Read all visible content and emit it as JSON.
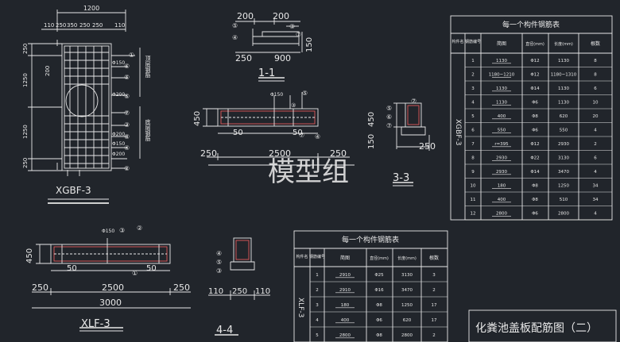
{
  "drawing_title": "化粪池盖板配筋图（二）",
  "watermark": "模型组",
  "colors": {
    "background": "#21252b",
    "line": "#e8e8e8",
    "accent_red": "#e05a5a",
    "accent_yellow": "#e0c040",
    "accent_green": "#7fd07f"
  },
  "xgbf": {
    "label": "XGBF-3",
    "dim_total": "1200",
    "dim_parts": [
      "110",
      "250",
      "350",
      "250",
      "250",
      "110"
    ],
    "side_dims": [
      "250",
      "1250",
      "1250",
      "250"
    ],
    "side_labels": [
      "200"
    ],
    "bar_tags": [
      "①",
      "⑥",
      "⑤",
      "⑥",
      "⑦",
      "③",
      "⑧",
      "④",
      "②"
    ],
    "notes": [
      "Φ150",
      "Φ200",
      "Φ200",
      "Φ150",
      "Φ200"
    ],
    "vertical_notes": [
      "顶层钢筋",
      "底层钢筋"
    ]
  },
  "sec11": {
    "label": "1-1",
    "dims_top": [
      "200",
      "200"
    ],
    "dims_bottom": [
      "250",
      "900"
    ],
    "side_dim": "150",
    "tags": [
      "⑤",
      "④",
      "③",
      "⑦"
    ]
  },
  "beam_mid": {
    "dims": [
      "450",
      "50",
      "50"
    ],
    "bottom_dims": [
      "250",
      "2500",
      "250"
    ],
    "notes": [
      "Φ150",
      "③"
    ],
    "tags": [
      "⑤",
      "⑦",
      "④"
    ]
  },
  "sec33": {
    "label": "3-3",
    "dims": [
      "450",
      "150",
      "250"
    ],
    "tags": [
      "⑤",
      "⑥",
      "⑦",
      "⑦"
    ]
  },
  "xlf": {
    "label": "XLF-3",
    "side_dim": "450",
    "inner_dims": [
      "50",
      "50"
    ],
    "bottom_dims": [
      "250",
      "2500",
      "250"
    ],
    "total": "3000",
    "notes": [
      "Φ150",
      "③",
      "②",
      "①"
    ]
  },
  "sec44": {
    "label": "4-4",
    "dims": [
      "110",
      "250",
      "110"
    ],
    "tags": [
      "④",
      "⑤",
      "③"
    ]
  },
  "table_right": {
    "title": "每一个构件钢筋表",
    "component": "XGBF-3",
    "headers": [
      "构件名",
      "钢筋编号",
      "简图",
      "直径(mm)",
      "长度(mm)",
      "根数"
    ],
    "rows": [
      {
        "no": "1",
        "shape": "1130",
        "dia": "Φ12",
        "len": "1130",
        "count": "8"
      },
      {
        "no": "2",
        "shape": "1180~1210",
        "dia": "Φ12",
        "len": "1180~1310",
        "count": "8"
      },
      {
        "no": "3",
        "shape": "1130",
        "dia": "Φ14",
        "len": "1130",
        "count": "6"
      },
      {
        "no": "4",
        "shape": "1130",
        "dia": "Φ6",
        "len": "1130",
        "count": "10"
      },
      {
        "no": "5",
        "shape": "400",
        "dia": "Φ8",
        "len": "620",
        "count": "20"
      },
      {
        "no": "6",
        "shape": "550",
        "dia": "Φ6",
        "len": "550",
        "count": "4"
      },
      {
        "no": "7",
        "shape": "r=395",
        "dia": "Φ12",
        "len": "2930",
        "count": "2"
      },
      {
        "no": "8",
        "shape": "2930",
        "dia": "Φ22",
        "len": "3130",
        "count": "6"
      },
      {
        "no": "9",
        "shape": "2930",
        "dia": "Φ14",
        "len": "3470",
        "count": "4"
      },
      {
        "no": "10",
        "shape": "180",
        "dia": "Φ8",
        "len": "1250",
        "count": "34"
      },
      {
        "no": "11",
        "shape": "400",
        "dia": "Φ8",
        "len": "510",
        "count": "34"
      },
      {
        "no": "12",
        "shape": "2800",
        "dia": "Φ6",
        "len": "2800",
        "count": "4"
      }
    ]
  },
  "table_bottom": {
    "title": "每一个构件钢筋表",
    "component": "XLF-3",
    "headers": [
      "构件名",
      "钢筋编号",
      "简图",
      "直径(mm)",
      "长度(mm)",
      "根数"
    ],
    "rows": [
      {
        "no": "1",
        "shape": "2910",
        "dia": "Φ25",
        "len": "3130",
        "count": "3"
      },
      {
        "no": "2",
        "shape": "2910",
        "dia": "Φ16",
        "len": "3470",
        "count": "2"
      },
      {
        "no": "3",
        "shape": "180",
        "dia": "Φ8",
        "len": "1250",
        "count": "17"
      },
      {
        "no": "4",
        "shape": "400",
        "dia": "Φ6",
        "len": "620",
        "count": "17"
      },
      {
        "no": "5",
        "shape": "2800",
        "dia": "Φ8",
        "len": "2800",
        "count": "2"
      }
    ]
  }
}
